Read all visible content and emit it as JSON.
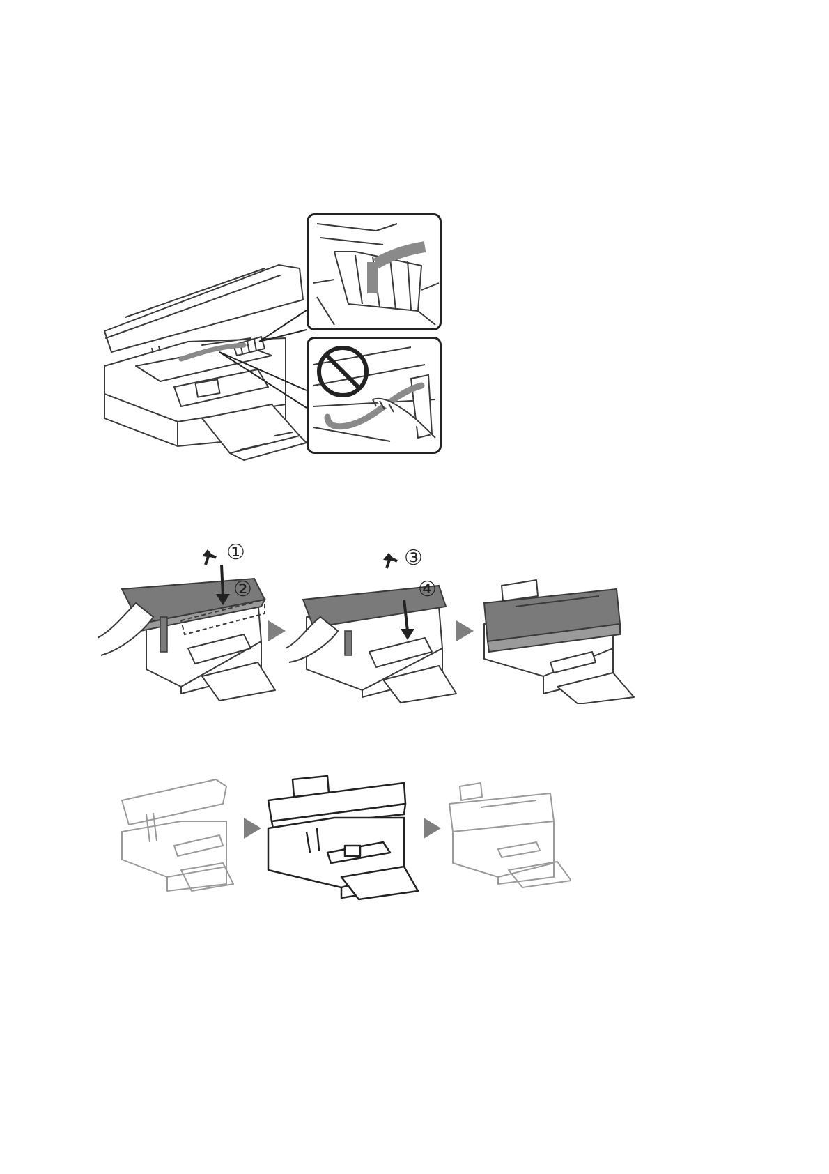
{
  "document": {
    "type": "printer manual illustration page",
    "colors": {
      "line": "#3a3a3a",
      "faded_line": "#9a9a9a",
      "tape_gray": "#8a8a8a",
      "cover_gray": "#7a7a7a",
      "panel_border": "#222222",
      "arrow_fill": "#7f7f7f"
    }
  },
  "figure1": {
    "callout_top": {
      "icon": "tape-on-cartridge"
    },
    "callout_bottom": {
      "icon": "prohibited-sign"
    }
  },
  "figure2": {
    "steps": [
      "①",
      "②",
      "③",
      "④"
    ],
    "separator_icon": "right-triangle-arrow"
  },
  "figure3": {
    "separator_icon": "right-triangle-arrow"
  }
}
